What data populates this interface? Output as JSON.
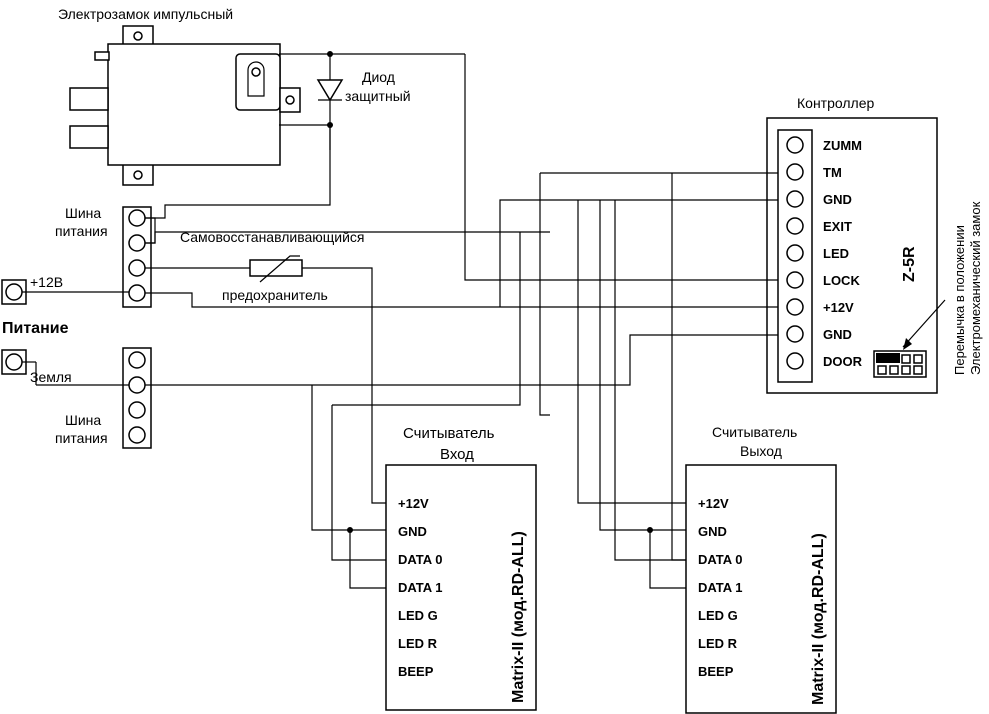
{
  "lock": {
    "title": "Электрозамок импульсный",
    "diode_line1": "Диод",
    "diode_line2": "защитный"
  },
  "power": {
    "bus_label_line1": "Шина",
    "bus_label_line2": "питания",
    "plus12": "+12В",
    "section_title": "Питание",
    "ground": "Земля",
    "fuse_line1": "Самовосстанавливающийся",
    "fuse_line2": "предохранитель"
  },
  "controller": {
    "title": "Контроллер",
    "model": "Z-5R",
    "pins": [
      "ZUMM",
      "TM",
      "GND",
      "EXIT",
      "LED",
      "LOCK",
      "+12V",
      "GND",
      "DOOR"
    ],
    "jumper_line1": "Перемычка в положении",
    "jumper_line2": "Электромеханический замок"
  },
  "reader_in": {
    "title_line1": "Считыватель",
    "title_line2": "Вход",
    "model": "Matrix-II (мод.RD-ALL)",
    "pins": [
      "+12V",
      "GND",
      "DATA 0",
      "DATA 1",
      "LED G",
      "LED R",
      "BEEP"
    ]
  },
  "reader_out": {
    "title_line1": "Считыватель",
    "title_line2": "Выход",
    "model": "Matrix-II (мод.RD-ALL)",
    "pins": [
      "+12V",
      "GND",
      "DATA 0",
      "DATA 1",
      "LED G",
      "LED R",
      "BEEP"
    ]
  }
}
